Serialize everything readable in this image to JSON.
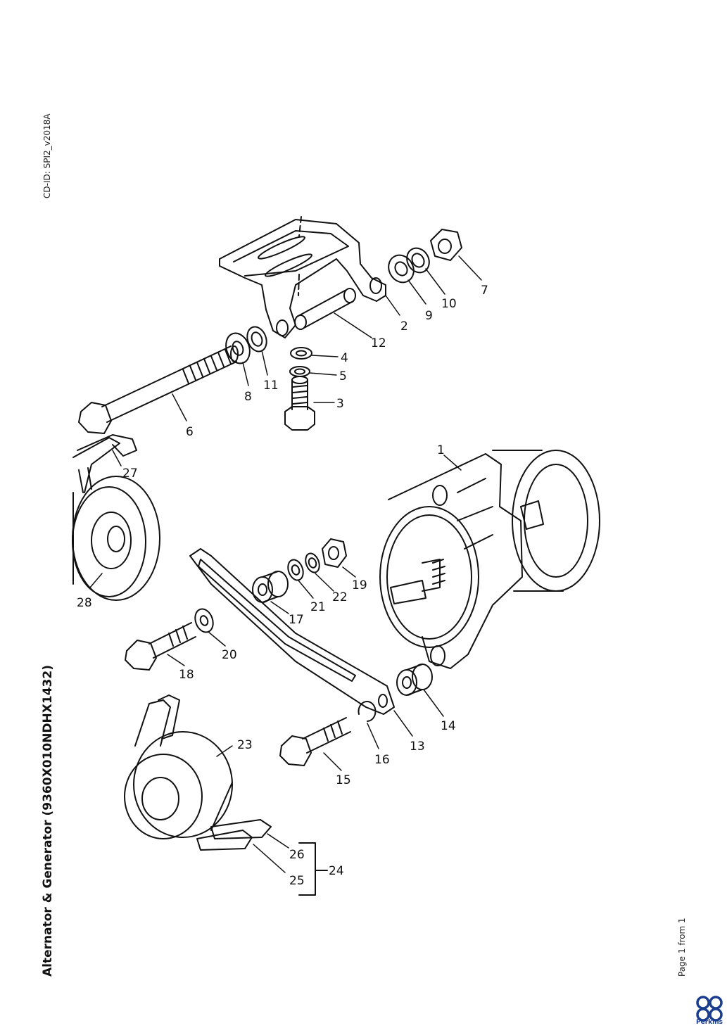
{
  "header": {
    "cd_id": "CD-ID: SPI2_v2018A",
    "title": "Alternator & Generator (9360X010NDHX1432)",
    "page_info": "Page 1 from 1"
  },
  "brand": {
    "name": "Perkins",
    "color": "#1a3d8f"
  },
  "diagram": {
    "callouts": [
      "1",
      "2",
      "3",
      "4",
      "5",
      "6",
      "7",
      "8",
      "9",
      "10",
      "11",
      "12",
      "13",
      "14",
      "15",
      "16",
      "17",
      "18",
      "19",
      "20",
      "21",
      "22",
      "23",
      "24",
      "25",
      "26",
      "27",
      "28"
    ]
  },
  "colors": {
    "line": "#111111",
    "background": "#ffffff"
  }
}
